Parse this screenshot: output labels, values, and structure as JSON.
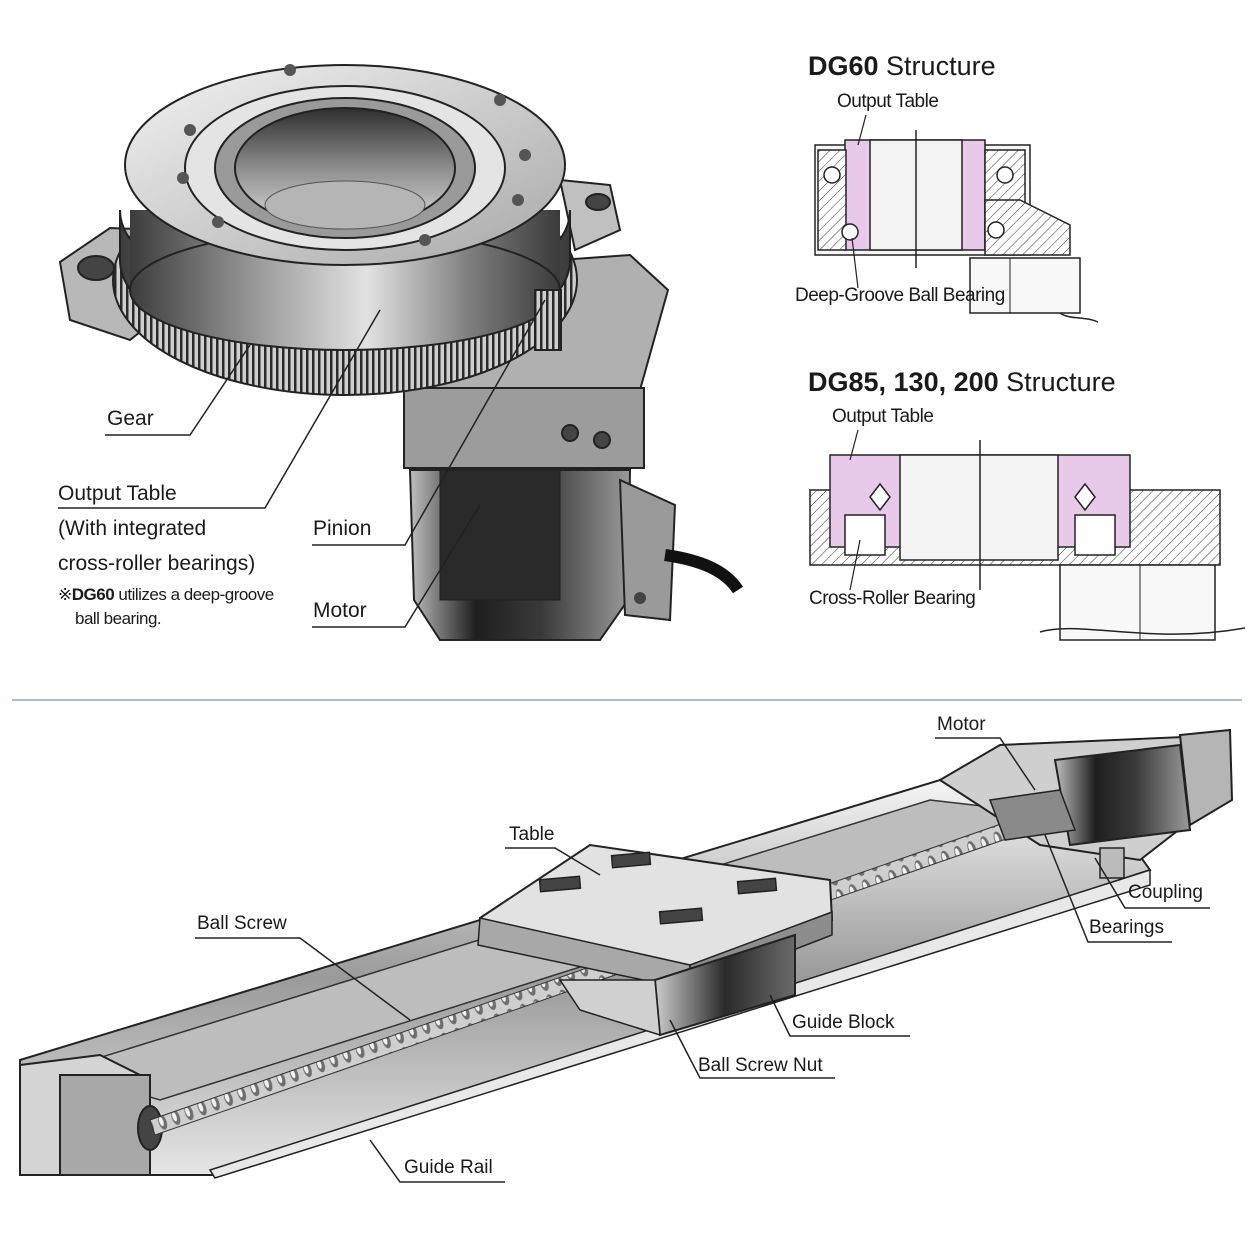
{
  "rotary": {
    "labels": {
      "gear": "Gear",
      "output_table_line1": "Output Table",
      "output_table_line2": "(With integrated",
      "output_table_line3": "cross-roller bearings)",
      "note_mark": "※",
      "note_bold": "DG60",
      "note_rest": " utilizes a deep-groove",
      "note_line2": "ball bearing.",
      "pinion": "Pinion",
      "motor": "Motor"
    }
  },
  "dg60": {
    "title_bold": "DG60",
    "title_rest": " Structure",
    "output_table": "Output Table",
    "bearing": "Deep-Groove Ball Bearing"
  },
  "dg85": {
    "title_bold": "DG85, 130, 200",
    "title_rest": " Structure",
    "output_table": "Output Table",
    "bearing": "Cross-Roller Bearing"
  },
  "linear": {
    "labels": {
      "motor": "Motor",
      "table": "Table",
      "ball_screw": "Ball Screw",
      "coupling": "Coupling",
      "bearings": "Bearings",
      "guide_block": "Guide Block",
      "ball_screw_nut": "Ball Screw Nut",
      "guide_rail": "Guide Rail"
    }
  },
  "colors": {
    "divider": "#8aa9c6",
    "section_fill": "#e9c9ea",
    "metal_dark": "#3a3a3a",
    "metal_light": "#d9d9d9"
  }
}
